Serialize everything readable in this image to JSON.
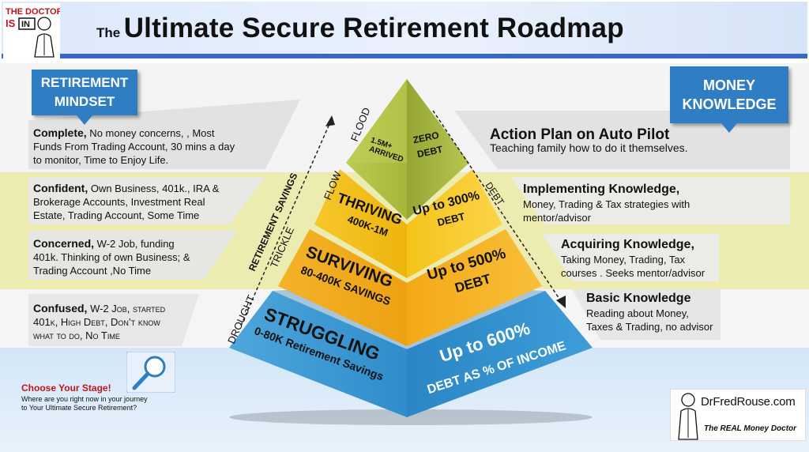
{
  "header": {
    "title_prefix": "The",
    "title": "Ultimate Secure Retirement Roadmap",
    "logo_text_top": "THE DOCTOR",
    "logo_text_bottom": "IS",
    "logo_sign": "IN"
  },
  "left_ribbon": {
    "line1": "RETIREMENT",
    "line2": "MINDSET"
  },
  "right_ribbon": {
    "line1": "MONEY",
    "line2": "KNOWLEDGE"
  },
  "mindset": {
    "complete": {
      "lead": "Complete,",
      "line1": " No money concerns, ,  Most",
      "line2": "Funds From Trading Account, 30 mins a day",
      "line3": "to monitor, Time to Enjoy Life."
    },
    "confident": {
      "lead": "Confident,",
      "line1": " Own Business,  401k., IRA &",
      "line2": "Brokerage Accounts, Investment Real",
      "line3": "Estate, Trading Account, Some Time"
    },
    "concerned": {
      "lead": "Concerned,",
      "line1": " W-2 Job, funding",
      "line2": "401k. Thinking of own Business; &",
      "line3": "Trading Account ,No Time"
    },
    "confused": {
      "lead": "Confused,",
      "line1": " W-2 Job, started",
      "line2": "401k, High Debt, Don’t know",
      "line3": "what to do, No Time"
    }
  },
  "knowledge": {
    "action": {
      "title": "Action Plan on Auto Pilot",
      "sub": "Teaching family how to do it themselves."
    },
    "implementing": {
      "lead": "Implementing Knowledge,",
      "line1": "Money, Trading & Tax strategies with",
      "line2": "mentor/advisor"
    },
    "acquiring": {
      "lead": "Acquiring Knowledge,",
      "line1": "Taking Money, Trading, Tax",
      "line2": "courses . Seeks  mentor/advisor"
    },
    "basic": {
      "lead": "Basic Knowledge",
      "line1": "Reading about Money,",
      "line2": "Taxes &  Trading, no advisor"
    }
  },
  "pyramid": {
    "top_left_1": "1.5M+",
    "top_left_2": "ARRIVED",
    "top_right_1": "ZERO",
    "top_right_2": "DEBT",
    "l2_left_1": "THRIVING",
    "l2_left_2": "400K-1M",
    "l2_right_1": "Up to 300%",
    "l2_right_2": "DEBT",
    "l3_left_1": "SURVIVING",
    "l3_left_2": "80-400K SAVINGS",
    "l3_right_1": "Up to 500%",
    "l3_right_2": "DEBT",
    "l4_left_1": "STRUGGLING",
    "l4_left_2": "0-80K Retirement Savings",
    "l4_right_1": "Up to 600%",
    "l4_right_2": "DEBT AS % OF INCOME"
  },
  "side_labels": {
    "flood": "FLOOD",
    "flow": "FLOW",
    "trickle": "TRICKLE",
    "drought": "DROUGHT",
    "savings": "RETIREMENT SAVINGS",
    "debt": "DEBT"
  },
  "choose": {
    "title": "Choose Your Stage!",
    "line1": "Where are you right now in your journey",
    "line2": "to Your Ultimate Secure Retirement?"
  },
  "brand": {
    "name": "DrFredRouse.com",
    "tagline": "The REAL Money Doctor"
  },
  "colors": {
    "ribbon": "#2f7dc2",
    "tier_top": "#a8b83c",
    "tier_thriving": "#f1b711",
    "tier_surviving": "#f0a513",
    "tier_struggling": "#2f8fcd",
    "accent_red": "#c0141c"
  }
}
